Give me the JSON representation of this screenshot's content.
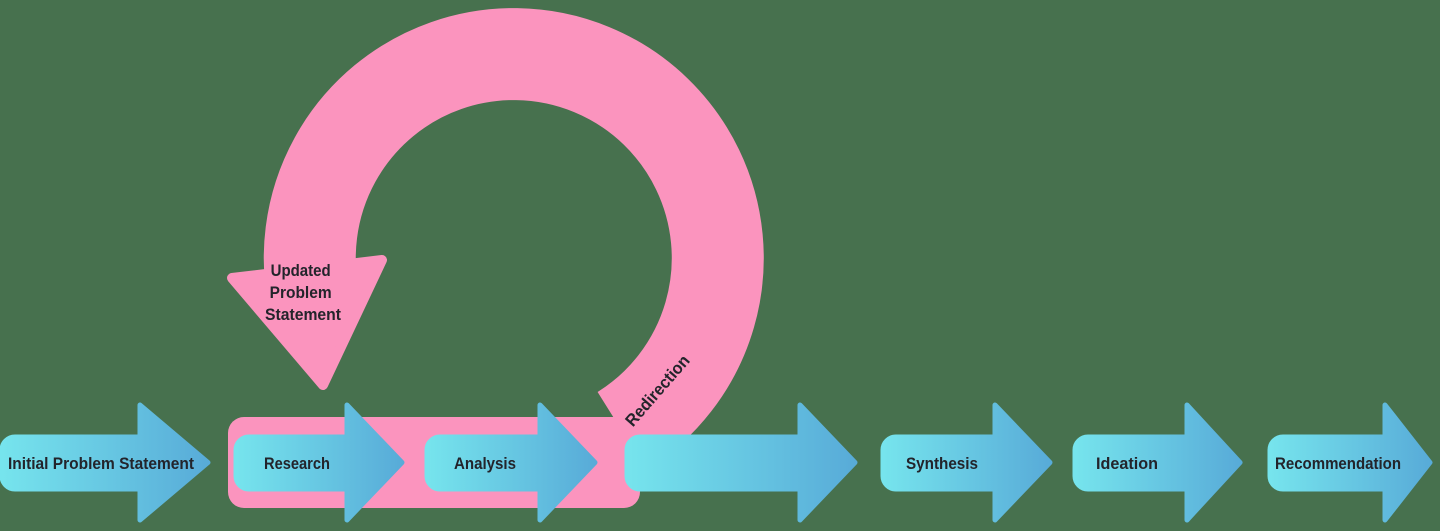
{
  "background_color": "#47714E",
  "colors": {
    "loop_pink": "#FB94BE",
    "arrow_gradient_start": "#76E4ED",
    "arrow_gradient_end": "#58ABD8",
    "label_text": "#23242B"
  },
  "steps": [
    {
      "label": "Initial Problem Statement"
    },
    {
      "label": "Research"
    },
    {
      "label": "Analysis"
    },
    {
      "label": "Synthesis"
    },
    {
      "label": "Ideation"
    },
    {
      "label": "Recommendation"
    }
  ],
  "loop": {
    "arc_label": "Redirection",
    "arrowhead_label": "Updated Problem Statement",
    "arrowhead_label_lines": [
      "Updated",
      "Problem",
      "Statement"
    ]
  }
}
